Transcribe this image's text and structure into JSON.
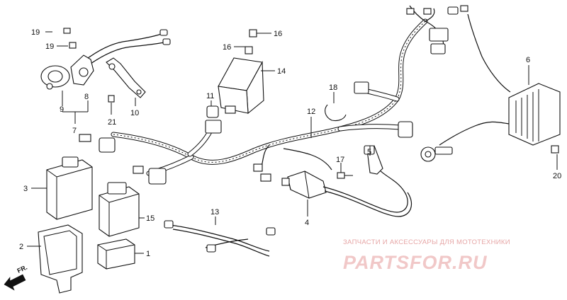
{
  "callouts": {
    "c19a": "19",
    "c19b": "19",
    "c16a": "16",
    "c16b": "16",
    "c14": "14",
    "c8": "8",
    "c9": "9",
    "c7": "7",
    "c10": "10",
    "c21": "21",
    "c11": "11",
    "c18": "18",
    "c12": "12",
    "c6": "6",
    "c3": "3",
    "c17": "17",
    "c5": "5",
    "c15": "15",
    "c4": "4",
    "c13": "13",
    "c20": "20",
    "c2": "2",
    "c1": "1"
  },
  "direction_label": "FR.",
  "watermark": {
    "tagline": "ЗАПЧАСТИ И АКСЕССУАРЫ ДЛЯ МОТОТЕХНИКИ",
    "logo": "PARTSFOR.RU"
  }
}
